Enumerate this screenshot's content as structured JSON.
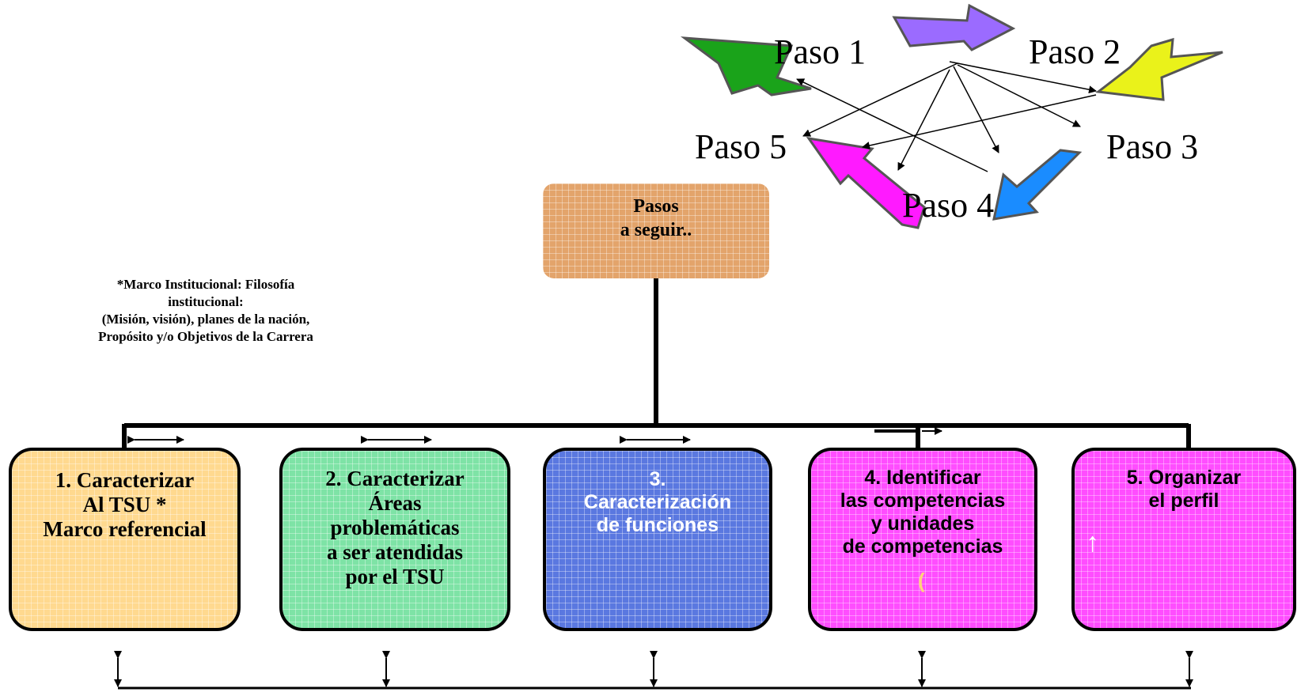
{
  "cycle": {
    "labels": [
      "Paso 1",
      "Paso 2",
      "Paso 3",
      "Paso 4",
      "Paso 5"
    ],
    "arrow_colors": [
      "#1aa31a",
      "#9b6bff",
      "#eaf21a",
      "#1a8cff",
      "#ff1aff"
    ]
  },
  "root": {
    "label": "Pasos\na seguir..",
    "color": "#e3a46b"
  },
  "note": "*Marco Institucional: Filosofía\ninstitucional:\n(Misión, visión), planes de la nación,\nPropósito y/o Objetivos  de la Carrera",
  "steps": [
    {
      "label": "1. Caracterizar\nAl TSU *\nMarco referencial",
      "color": "#ffd98f"
    },
    {
      "label": "2. Caracterizar\nÁreas\nproblemáticas\na ser atendidas\npor el TSU",
      "color": "#7ee3a6"
    },
    {
      "label": "3.\nCaracterización\nde funciones",
      "color": "#5a78e0"
    },
    {
      "label": "4. Identificar\nlas competencias\ny unidades\nde competencias",
      "color": "#ff4dff",
      "mark": "("
    },
    {
      "label": "5. Organizar\nel perfil",
      "color": "#ff4dff",
      "mark": "↑"
    }
  ]
}
